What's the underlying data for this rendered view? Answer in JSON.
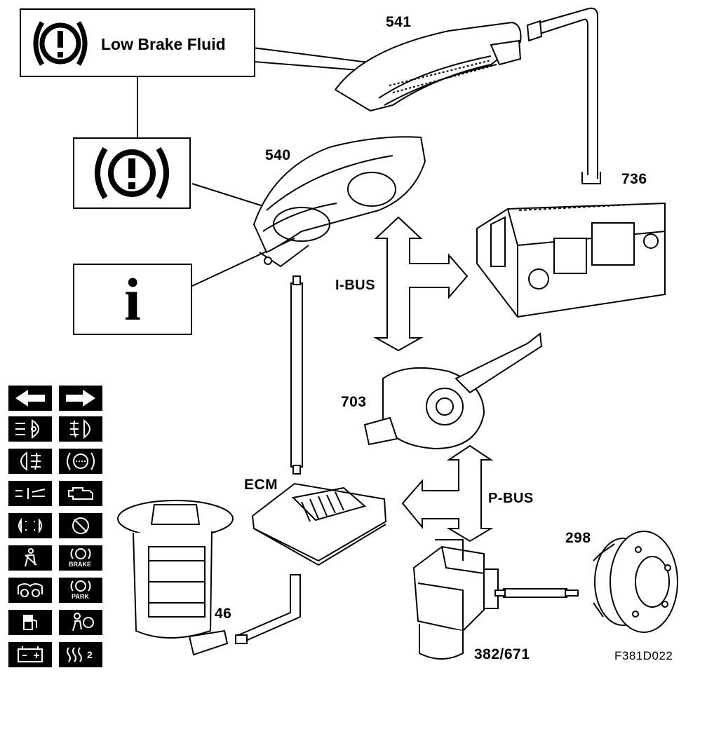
{
  "message_box": {
    "text": "Low Brake Fluid"
  },
  "info_box": {
    "glyph": "i"
  },
  "labels": {
    "part_541": "541",
    "part_540": "540",
    "part_736": "736",
    "part_703": "703",
    "part_ecm": "ECM",
    "part_46": "46",
    "part_298": "298",
    "part_382": "382/671",
    "ibus": "I-BUS",
    "pbus": "P-BUS"
  },
  "figure_code": "F381D022",
  "warning_symbols": [
    {
      "icon": "turn-left-arrow-icon"
    },
    {
      "icon": "turn-right-arrow-icon"
    },
    {
      "icon": "high-beam-icon"
    },
    {
      "icon": "front-fog-light-icon"
    },
    {
      "icon": "rear-fog-light-icon"
    },
    {
      "icon": "brake-wear-icon"
    },
    {
      "icon": "headlight-range-icon"
    },
    {
      "icon": "check-engine-icon"
    },
    {
      "icon": "parking-lights-icon"
    },
    {
      "icon": "tire-pressure-icon"
    },
    {
      "icon": "seatbelt-icon"
    },
    {
      "icon": "brake-warning-icon",
      "text": "BRAKE"
    },
    {
      "icon": "glow-plug-icon"
    },
    {
      "icon": "parking-brake-icon",
      "text": "PARK"
    },
    {
      "icon": "fuel-icon"
    },
    {
      "icon": "airbag-icon"
    },
    {
      "icon": "battery-icon"
    },
    {
      "icon": "seat-heat-icon",
      "text": "2"
    }
  ]
}
